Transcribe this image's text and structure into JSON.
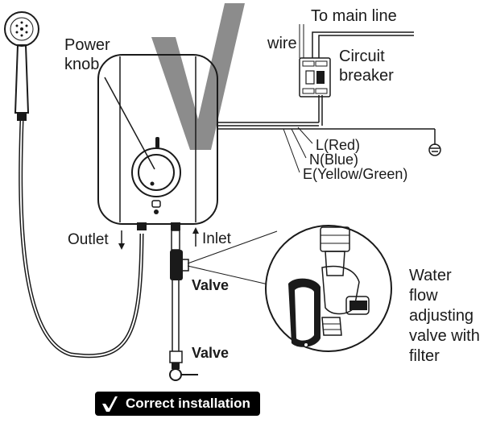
{
  "labels": {
    "power_knob_line1": "Power",
    "power_knob_line2": "knob",
    "to_main_line": "To main line",
    "wire": "wire",
    "circuit_line1": "Circuit",
    "circuit_line2": "breaker",
    "wire_l": "L(Red)",
    "wire_n": "N(Blue)",
    "wire_e": "E(Yellow/Green)",
    "outlet": "Outlet",
    "inlet": "Inlet",
    "valve_upper": "Valve",
    "valve_lower": "Valve",
    "water_flow": [
      "Water",
      "flow",
      "adjusting",
      "valve with",
      "filter"
    ]
  },
  "badge": {
    "text": "Correct installation"
  },
  "colors": {
    "line": "#1a1a1a",
    "check_grey": "#8c8c8c",
    "heater_fill": "#ffffff"
  }
}
